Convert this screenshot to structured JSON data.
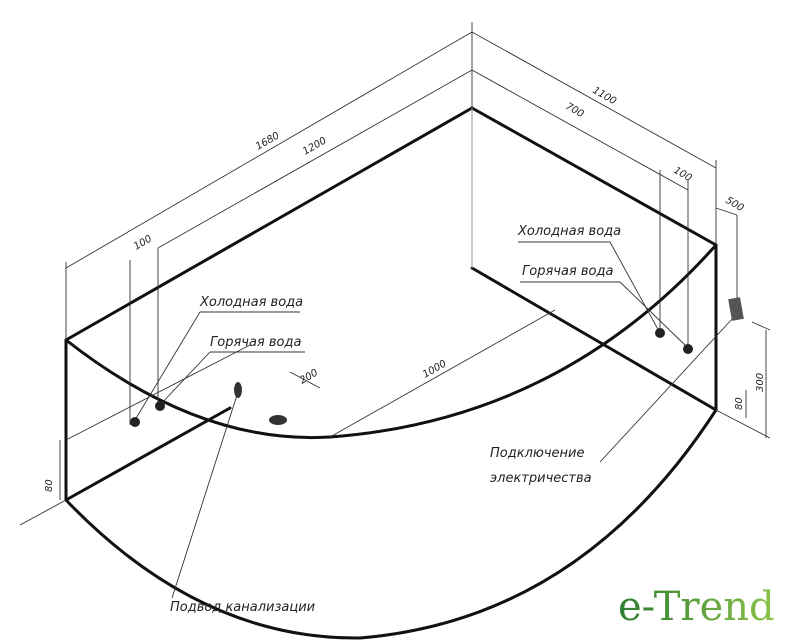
{
  "labels": {
    "cold_water": "Холодная вода",
    "hot_water": "Горячая вода",
    "electric_line1": "Подключение",
    "electric_line2": "электричества",
    "drain": "Подвод канализации"
  },
  "dimensions": {
    "total_length": "1680",
    "inner_length": "1200",
    "total_width": "1100",
    "inner_width": "700",
    "pipe_spacing_left": "100",
    "pipe_spacing_right": "100",
    "electric_offset": "500",
    "diagonal": "1000",
    "drain_offset": "200",
    "electric_height": "300",
    "pipe_height_right": "80",
    "pipe_height_left": "80"
  },
  "logo": {
    "text": "e-Trend",
    "color_dark": "#2e7d32",
    "color_light": "#8bc34a"
  }
}
